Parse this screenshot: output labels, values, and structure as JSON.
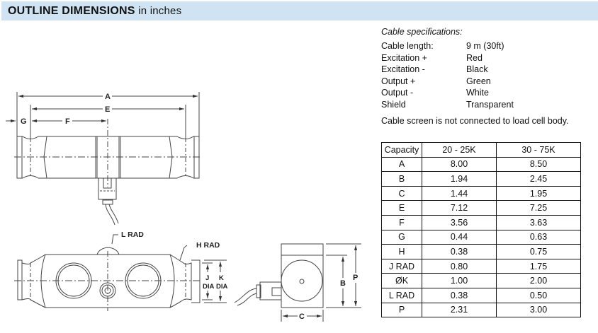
{
  "header": {
    "title": "OUTLINE DIMENSIONS",
    "subtitle": "in inches",
    "background": "#cfe3f3"
  },
  "drawing": {
    "labels": {
      "A": "A",
      "E": "E",
      "F": "F",
      "G": "G",
      "L_RAD": "L RAD",
      "H_RAD": "H RAD",
      "J": "J",
      "J_DIA": "DIA",
      "K": "K",
      "K_DIA": "DIA",
      "B": "B",
      "P": "P",
      "C": "C"
    }
  },
  "cable": {
    "heading": "Cable specifications:",
    "rows": [
      {
        "key": "Cable length:",
        "value": "9 m (30ft)"
      },
      {
        "key": "Excitation +",
        "value": "Red"
      },
      {
        "key": "Excitation -",
        "value": "Black"
      },
      {
        "key": "Output +",
        "value": "Green"
      },
      {
        "key": "Output -",
        "value": "White"
      },
      {
        "key": "Shield",
        "value": "Transparent"
      }
    ],
    "note": "Cable screen is not connected to load cell body."
  },
  "table": {
    "headers": [
      "Capacity",
      "20 - 25K",
      "30 - 75K"
    ],
    "rows": [
      [
        "A",
        "8.00",
        "8.50"
      ],
      [
        "B",
        "1.94",
        "2.45"
      ],
      [
        "C",
        "1.44",
        "1.95"
      ],
      [
        "E",
        "7.12",
        "7.25"
      ],
      [
        "F",
        "3.56",
        "3.63"
      ],
      [
        "G",
        "0.44",
        "0.63"
      ],
      [
        "H",
        "0.38",
        "0.75"
      ],
      [
        "J RAD",
        "0.80",
        "1.75"
      ],
      [
        "ØK",
        "1.00",
        "2.00"
      ],
      [
        "L RAD",
        "0.38",
        "0.50"
      ],
      [
        "P",
        "2.31",
        "3.00"
      ]
    ]
  }
}
